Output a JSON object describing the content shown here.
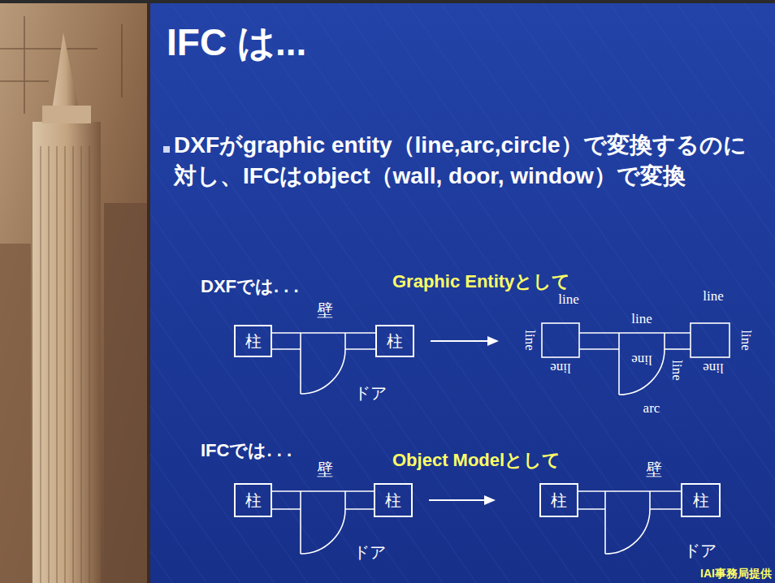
{
  "diagram": {
    "title": "IFC は...",
    "nodes": [
      {
        "text": [
          "柱"
        ]
      },
      {
        "text": [
          "柱"
        ]
      },
      {
        "text": [
          "柱"
        ]
      },
      {
        "text": [
          "柱"
        ]
      },
      {
        "text": [
          "柱"
        ]
      },
      {
        "text": [
          "柱"
        ]
      }
    ],
    "labels": [
      "DXFがgraphic entity（line,arc,circle）で変換するのに対し、IFCはobject（wall, door, window）で変換",
      "DXFでは. . .",
      "Graphic Entityとして",
      "壁",
      "ドア",
      "line",
      "line",
      "line",
      "line",
      "line",
      "line",
      "line",
      "line",
      "line",
      "arc",
      "IFCでは. . .",
      "Object Modelとして",
      "壁",
      "ドア",
      "壁",
      "ドア",
      "IAI事務局提供"
    ]
  }
}
